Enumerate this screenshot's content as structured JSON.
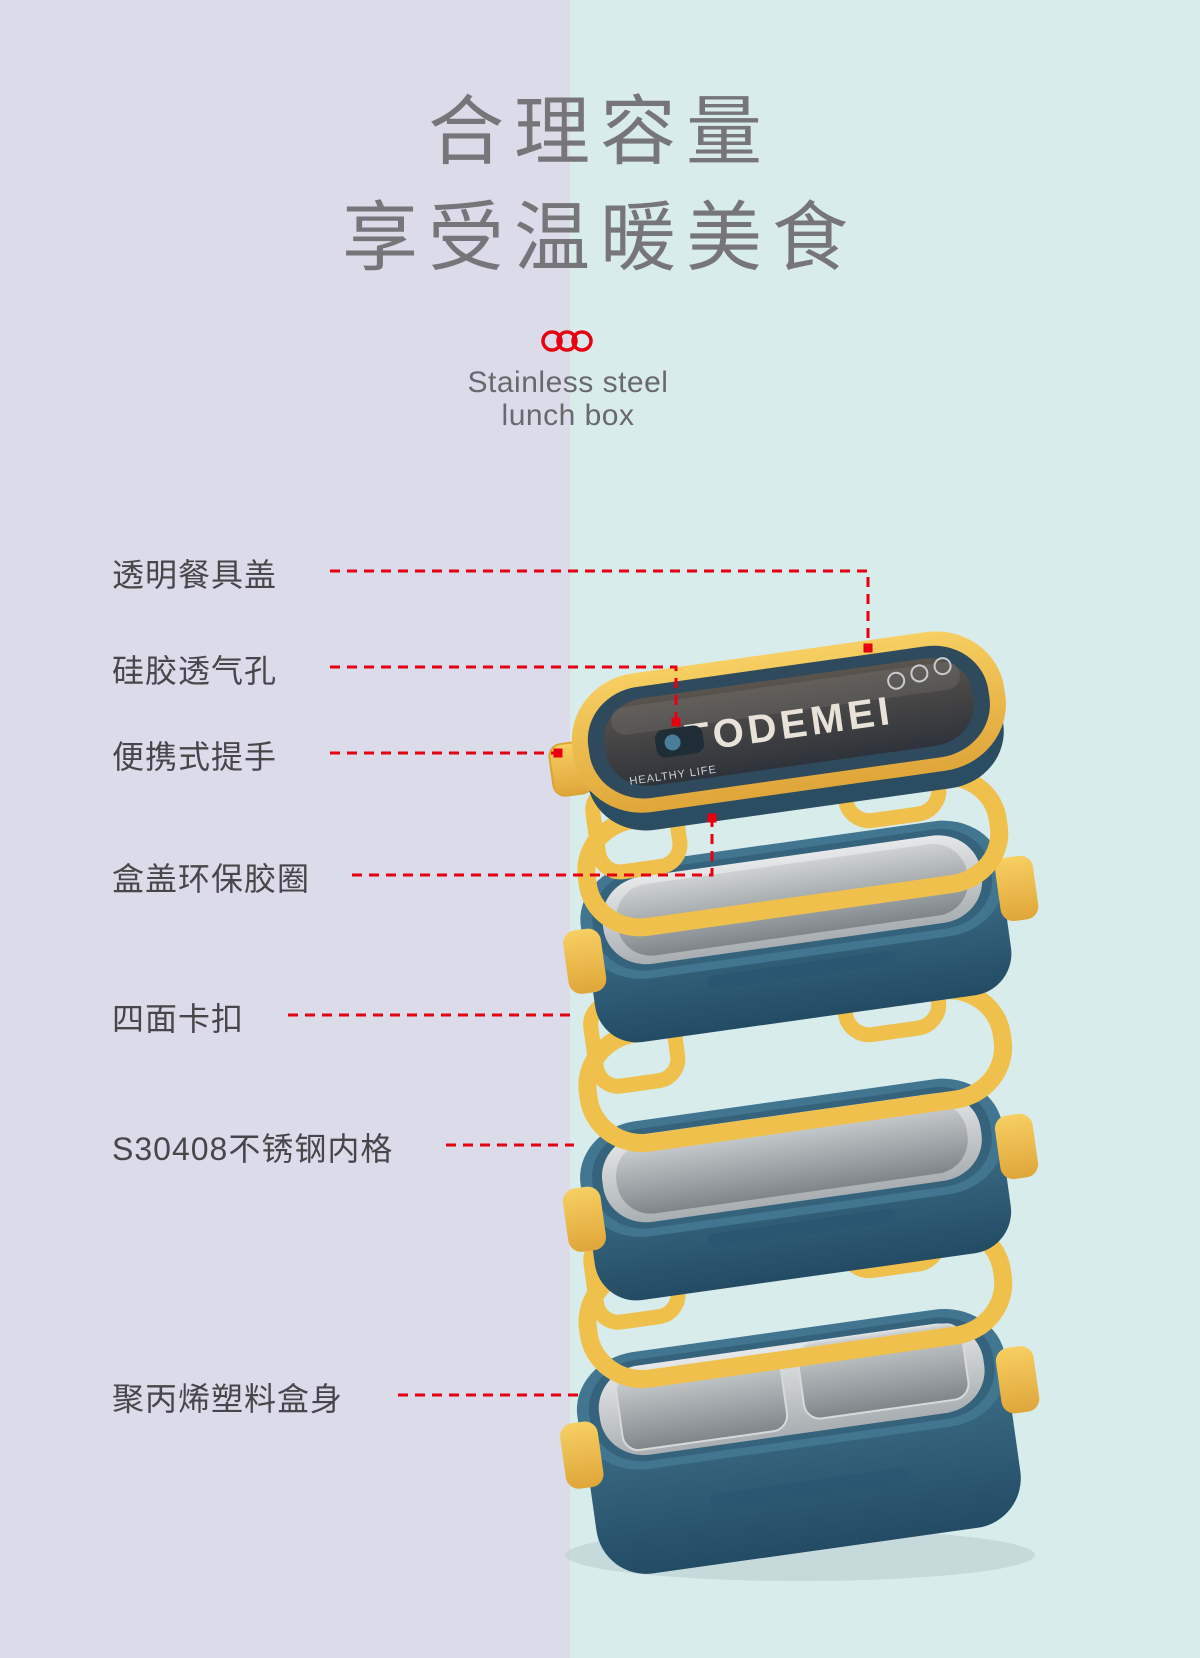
{
  "page": {
    "title_line1": "合理容量",
    "title_line2": "享受温暖美食",
    "subtitle_line1": "Stainless steel",
    "subtitle_line2": "lunch box"
  },
  "brand": {
    "lid_text": "TODEMEI",
    "lid_subtext": "HEALTHY LIFE"
  },
  "labels": [
    {
      "text": "透明餐具盖"
    },
    {
      "text": "硅胶透气孔"
    },
    {
      "text": "便携式提手"
    },
    {
      "text": "盒盖环保胶圈"
    },
    {
      "text": "四面卡扣"
    },
    {
      "text": "S30408不锈钢内格"
    },
    {
      "text": "聚丙烯塑料盒身"
    }
  ],
  "colors": {
    "accent_red": "#e60012",
    "lunchbox_blue": "#31637f",
    "trim_yellow": "#f0c250",
    "steel_gray": "#c9cdd0",
    "bg_left": "#dcdbe9",
    "bg_right": "#d8eceb",
    "title_gray": "#76767a"
  }
}
